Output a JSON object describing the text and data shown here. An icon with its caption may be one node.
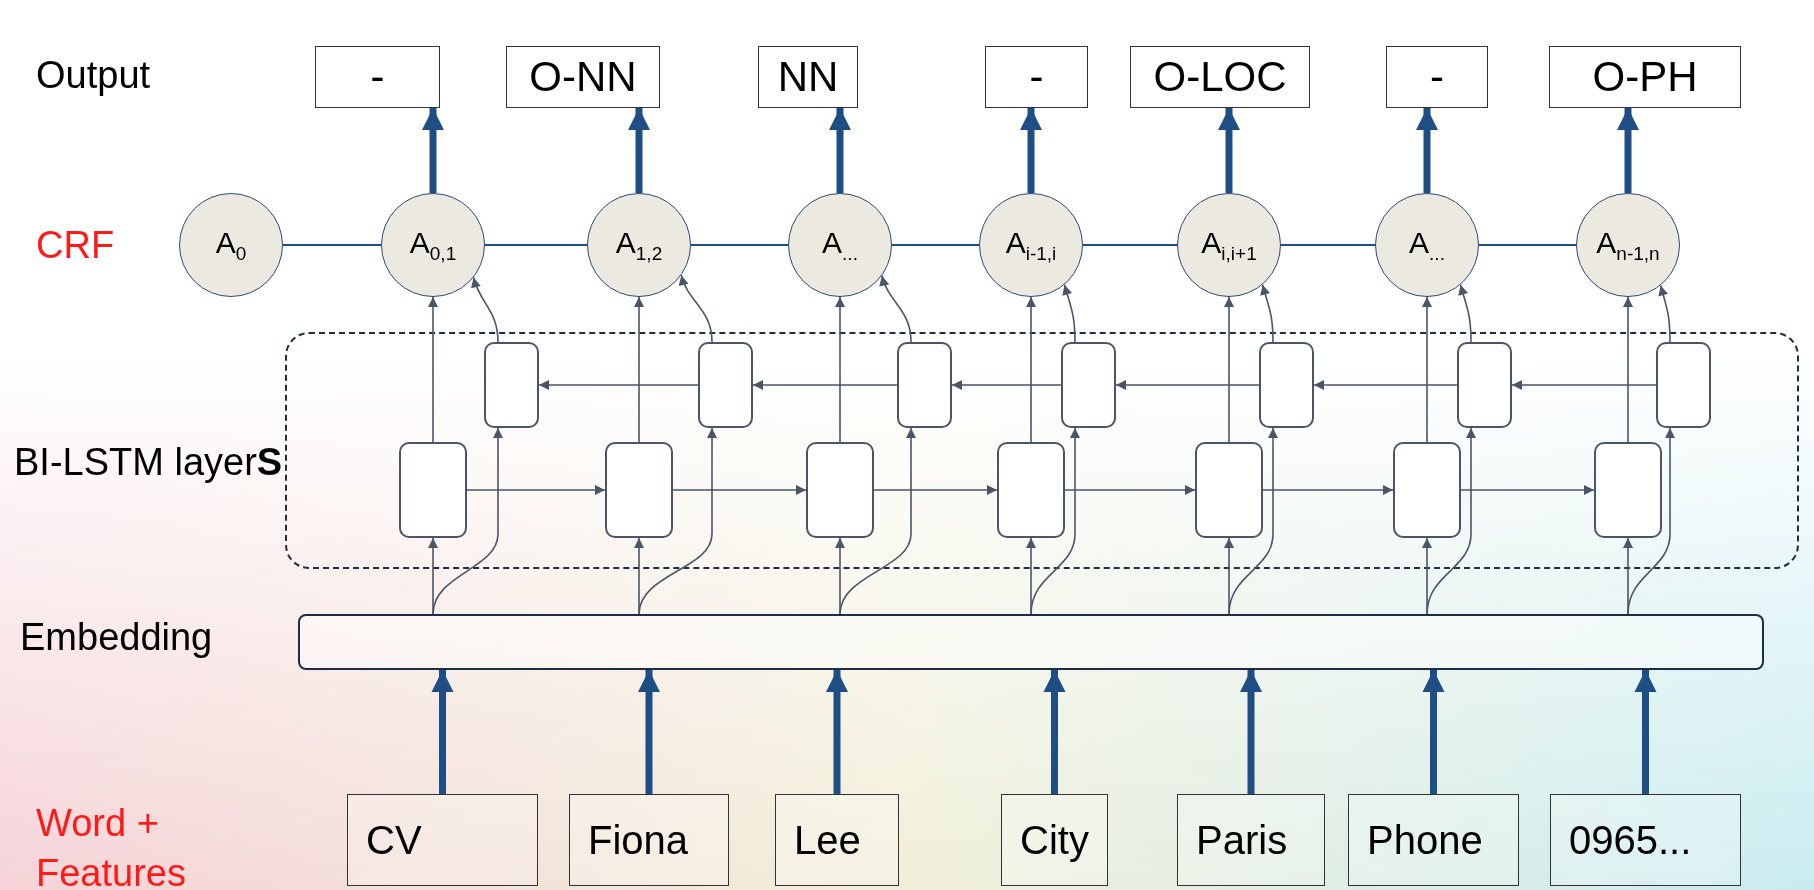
{
  "diagram": {
    "nodes": [
      {
        "text": [
          "-"
        ]
      },
      {
        "text": [
          "O-NN"
        ]
      },
      {
        "text": [
          "NN"
        ]
      },
      {
        "text": [
          "-"
        ]
      },
      {
        "text": [
          "O-LOC"
        ]
      },
      {
        "text": [
          "-"
        ]
      },
      {
        "text": [
          "O-PH"
        ]
      },
      {
        "text": [
          "A$_{0}$"
        ]
      },
      {
        "text": [
          "A$_{0,1}$"
        ]
      },
      {
        "text": [
          "A$_{1,2}$"
        ]
      },
      {
        "text": [
          "A$_{...}$"
        ]
      },
      {
        "text": [
          "A$_{i-1,i}$"
        ]
      },
      {
        "text": [
          "A$_{i,i+1}$"
        ]
      },
      {
        "text": [
          "A$_{...}$"
        ]
      },
      {
        "text": [
          "A$_{n-1,n}$"
        ]
      },
      {
        "text": [],
        "shape": "box"
      },
      {
        "text": [],
        "shape": "box",
        "in": 15
      },
      {
        "text": [],
        "shape": "box",
        "in": 15
      },
      {
        "text": [],
        "shape": "box",
        "in": 15
      },
      {
        "text": [],
        "shape": "box",
        "in": 15
      },
      {
        "text": [],
        "shape": "box",
        "in": 15
      },
      {
        "text": [],
        "shape": "box",
        "in": 15
      },
      {
        "text": [],
        "shape": "box",
        "in": 15
      },
      {
        "text": [],
        "shape": "box",
        "in": 15
      },
      {
        "text": [],
        "shape": "box",
        "in": 15
      },
      {
        "text": [],
        "shape": "box",
        "in": 15
      },
      {
        "text": [],
        "shape": "box",
        "in": 15
      },
      {
        "text": [],
        "shape": "box",
        "in": 15
      },
      {
        "text": [],
        "shape": "box",
        "in": 15
      },
      {
        "text": [],
        "shape": "box",
        "in": 15
      },
      {
        "text": [],
        "shape": "bar"
      },
      {
        "text": [
          "CV"
        ]
      },
      {
        "text": [
          "Fiona"
        ]
      },
      {
        "text": [
          "Lee"
        ]
      },
      {
        "text": [
          "City"
        ]
      },
      {
        "text": [
          "Paris"
        ]
      },
      {
        "text": [
          "Phone"
        ]
      },
      {
        "text": [
          "0965..."
        ]
      }
    ],
    "edges": [
      {
        "from": 31,
        "to": 30,
        "arrow": "to",
        "style": "thick",
        "color": "#1f4e85"
      },
      {
        "from": 32,
        "to": 30,
        "arrow": "to",
        "style": "thick",
        "color": "#1f4e85"
      },
      {
        "from": 33,
        "to": 30,
        "arrow": "to",
        "style": "thick",
        "color": "#1f4e85"
      },
      {
        "from": 34,
        "to": 30,
        "arrow": "to",
        "style": "thick",
        "color": "#1f4e85"
      },
      {
        "from": 35,
        "to": 30,
        "arrow": "to",
        "style": "thick",
        "color": "#1f4e85"
      },
      {
        "from": 36,
        "to": 30,
        "arrow": "to",
        "style": "thick",
        "color": "#1f4e85"
      },
      {
        "from": 37,
        "to": 30,
        "arrow": "to",
        "style": "thick",
        "color": "#1f4e85"
      },
      {
        "from": 30,
        "to": 23,
        "arrow": "to"
      },
      {
        "from": 30,
        "to": 24,
        "arrow": "to"
      },
      {
        "from": 30,
        "to": 25,
        "arrow": "to"
      },
      {
        "from": 30,
        "to": 26,
        "arrow": "to"
      },
      {
        "from": 30,
        "to": 27,
        "arrow": "to"
      },
      {
        "from": 30,
        "to": 28,
        "arrow": "to"
      },
      {
        "from": 30,
        "to": 29,
        "arrow": "to"
      },
      {
        "from": 30,
        "to": 16,
        "arrow": "to"
      },
      {
        "from": 30,
        "to": 17,
        "arrow": "to"
      },
      {
        "from": 30,
        "to": 18,
        "arrow": "to"
      },
      {
        "from": 30,
        "to": 19,
        "arrow": "to"
      },
      {
        "from": 30,
        "to": 20,
        "arrow": "to"
      },
      {
        "from": 30,
        "to": 21,
        "arrow": "to"
      },
      {
        "from": 30,
        "to": 22,
        "arrow": "to"
      },
      {
        "from": 23,
        "to": 24,
        "arrow": "to"
      },
      {
        "from": 24,
        "to": 25,
        "arrow": "to"
      },
      {
        "from": 25,
        "to": 26,
        "arrow": "to"
      },
      {
        "from": 26,
        "to": 27,
        "arrow": "to"
      },
      {
        "from": 27,
        "to": 28,
        "arrow": "to"
      },
      {
        "from": 28,
        "to": 29,
        "arrow": "to"
      },
      {
        "from": 17,
        "to": 16,
        "arrow": "to"
      },
      {
        "from": 18,
        "to": 17,
        "arrow": "to"
      },
      {
        "from": 19,
        "to": 18,
        "arrow": "to"
      },
      {
        "from": 20,
        "to": 19,
        "arrow": "to"
      },
      {
        "from": 21,
        "to": 20,
        "arrow": "to"
      },
      {
        "from": 22,
        "to": 21,
        "arrow": "to"
      },
      {
        "from": 23,
        "to": 8,
        "arrow": "to"
      },
      {
        "from": 24,
        "to": 9,
        "arrow": "to"
      },
      {
        "from": 25,
        "to": 10,
        "arrow": "to"
      },
      {
        "from": 26,
        "to": 11,
        "arrow": "to"
      },
      {
        "from": 27,
        "to": 12,
        "arrow": "to"
      },
      {
        "from": 28,
        "to": 13,
        "arrow": "to"
      },
      {
        "from": 29,
        "to": 14,
        "arrow": "to"
      },
      {
        "from": 16,
        "to": 8,
        "arrow": "to"
      },
      {
        "from": 17,
        "to": 9,
        "arrow": "to"
      },
      {
        "from": 18,
        "to": 10,
        "arrow": "to"
      },
      {
        "from": 19,
        "to": 11,
        "arrow": "to"
      },
      {
        "from": 20,
        "to": 12,
        "arrow": "to"
      },
      {
        "from": 21,
        "to": 13,
        "arrow": "to"
      },
      {
        "from": 22,
        "to": 14,
        "arrow": "to"
      },
      {
        "from": 7,
        "to": 8,
        "arrow": "none",
        "color": "#1f4e85"
      },
      {
        "from": 8,
        "to": 9,
        "arrow": "none",
        "color": "#1f4e85"
      },
      {
        "from": 9,
        "to": 10,
        "arrow": "none",
        "color": "#1f4e85"
      },
      {
        "from": 10,
        "to": 11,
        "arrow": "none",
        "color": "#1f4e85"
      },
      {
        "from": 11,
        "to": 12,
        "arrow": "none",
        "color": "#1f4e85"
      },
      {
        "from": 12,
        "to": 13,
        "arrow": "none",
        "color": "#1f4e85"
      },
      {
        "from": 13,
        "to": 14,
        "arrow": "none",
        "color": "#1f4e85"
      },
      {
        "from": 8,
        "to": 0,
        "arrow": "to",
        "style": "thick",
        "color": "#1f4e85"
      },
      {
        "from": 9,
        "to": 1,
        "arrow": "to",
        "style": "thick",
        "color": "#1f4e85"
      },
      {
        "from": 10,
        "to": 2,
        "arrow": "to",
        "style": "thick",
        "color": "#1f4e85"
      },
      {
        "from": 11,
        "to": 3,
        "arrow": "to",
        "style": "thick",
        "color": "#1f4e85"
      },
      {
        "from": 12,
        "to": 4,
        "arrow": "to",
        "style": "thick",
        "color": "#1f4e85"
      },
      {
        "from": 13,
        "to": 5,
        "arrow": "to",
        "style": "thick",
        "color": "#1f4e85"
      },
      {
        "from": 14,
        "to": 6,
        "arrow": "to",
        "style": "thick",
        "color": "#1f4e85"
      }
    ],
    "labels": [
      "Output",
      "CRF",
      "BI-LSTM layer**S**",
      "Embedding",
      "Word + Features"
    ]
  }
}
